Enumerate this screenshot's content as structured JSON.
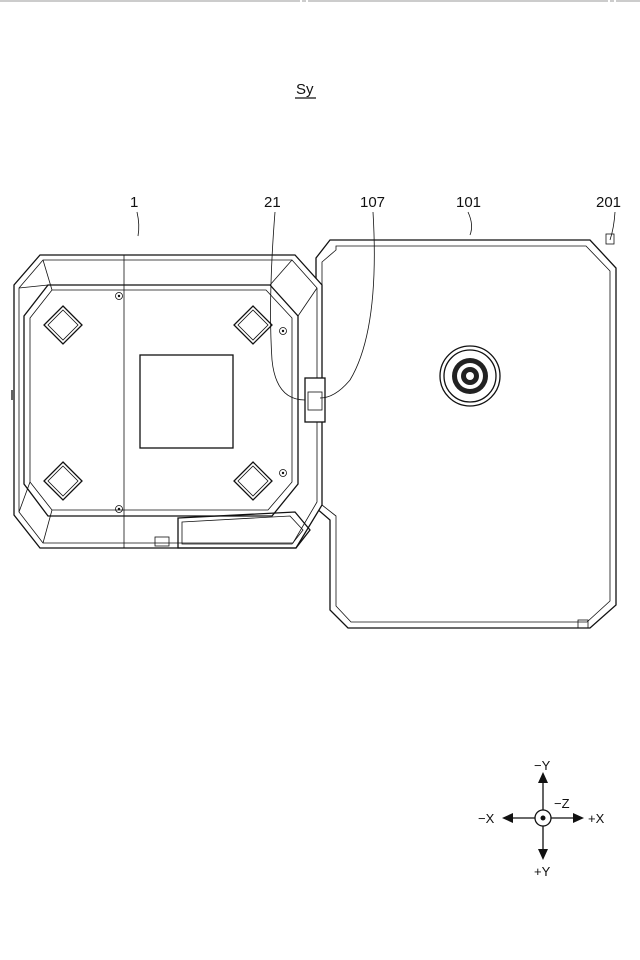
{
  "figure": {
    "title": "Sy",
    "refs": {
      "device": "1",
      "part_21": "21",
      "part_107": "107",
      "part_101": "101",
      "part_201": "201"
    },
    "axes": {
      "minus_y": "−Y",
      "plus_y": "+Y",
      "minus_x": "−X",
      "plus_x": "+X",
      "minus_z": "−Z"
    }
  }
}
